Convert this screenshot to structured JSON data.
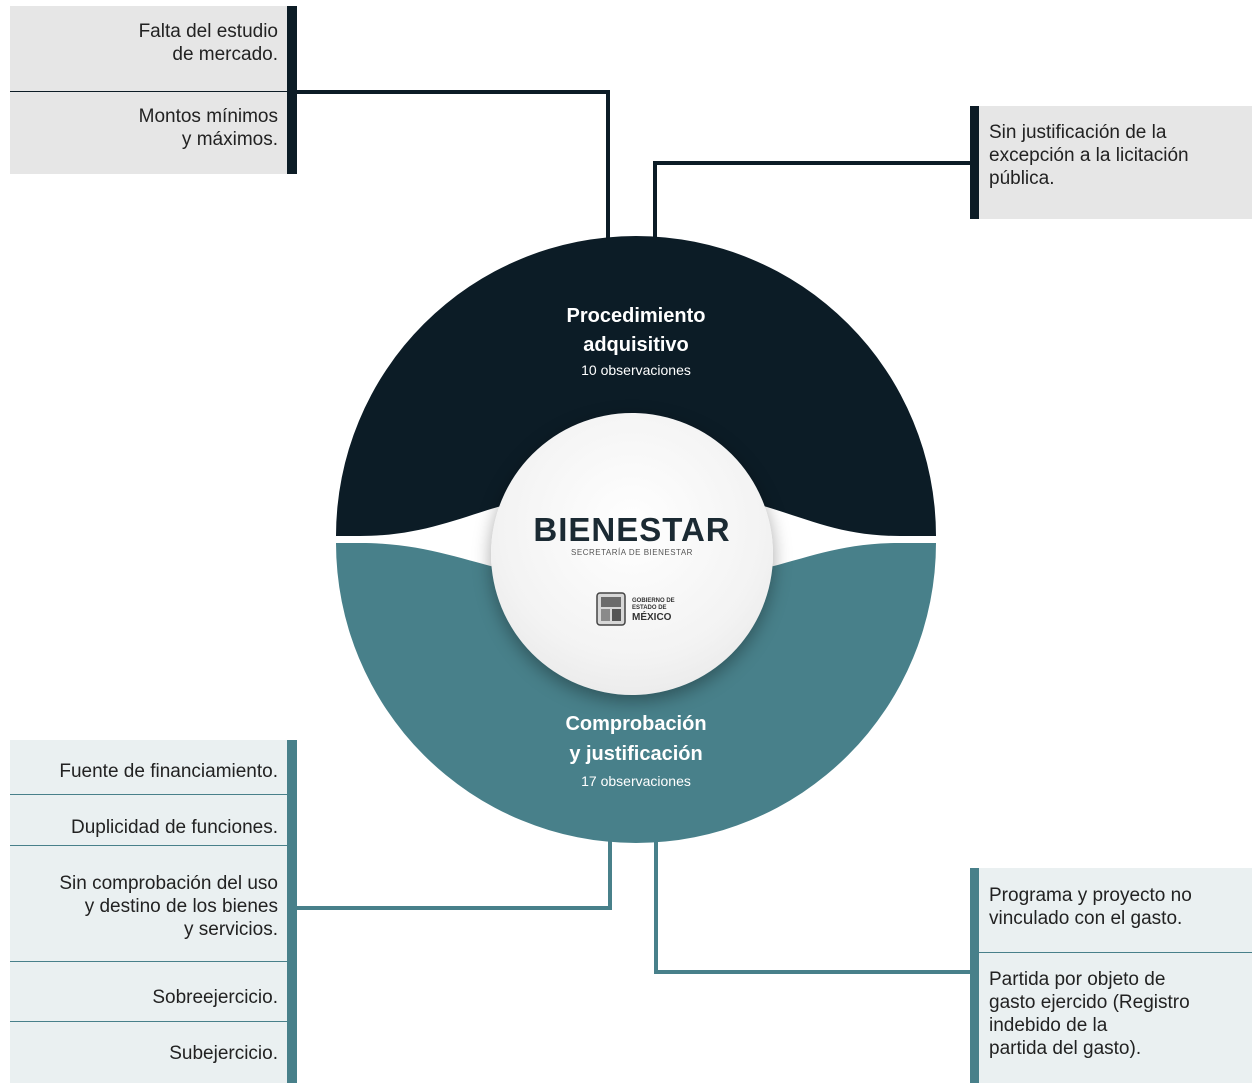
{
  "segments": {
    "top": {
      "title_line1": "Procedimiento",
      "title_line2": "adquisitivo",
      "count": "10 observaciones",
      "color": "#0c1c26"
    },
    "bottom": {
      "title_line1": "Comprobación",
      "title_line2": "y justificación",
      "count": "17 observaciones",
      "color": "#48808a"
    }
  },
  "center": {
    "brand": "BIENESTAR",
    "brand_sub": "SECRETARÍA DE BIENESTAR",
    "gov_line1": "GOBIERNO DE",
    "gov_line2": "ESTADO DE",
    "gov_line3": "MÉXICO"
  },
  "top_left_items": [
    {
      "line1": "Falta del estudio",
      "line2": "de mercado."
    },
    {
      "line1": "Montos mínimos",
      "line2": "y máximos."
    }
  ],
  "top_right_items": [
    {
      "line1": "Sin justificación de la",
      "line2": "excepción a la licitación",
      "line3": "pública."
    }
  ],
  "bottom_left_items": [
    {
      "line1": "Fuente de financiamiento."
    },
    {
      "line1": "Duplicidad de funciones."
    },
    {
      "line1": "Sin comprobación del uso",
      "line2": "y destino de los bienes",
      "line3": "y servicios."
    },
    {
      "line1": "Sobreejercicio."
    },
    {
      "line1": "Subejercicio."
    }
  ],
  "bottom_right_items": [
    {
      "line1": "Programa y proyecto no",
      "line2": "vinculado con el gasto."
    },
    {
      "line1": "Partida por objeto de",
      "line2": "gasto ejercido (Registro",
      "line3": "indebido de la",
      "line4": "partida del gasto)."
    }
  ]
}
